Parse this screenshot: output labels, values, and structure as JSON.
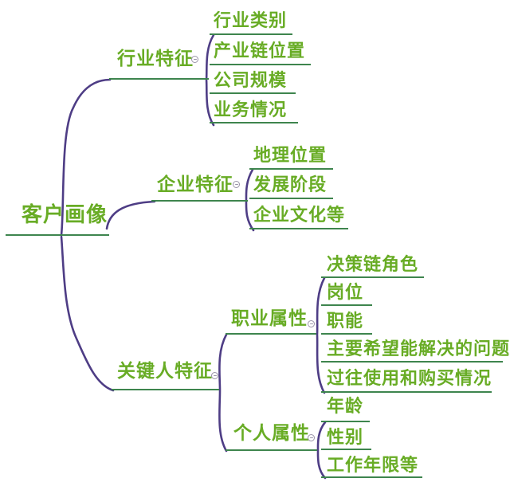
{
  "colors": {
    "text_green": "#68ac25",
    "line_green": "#3e854e",
    "branch_purple": "#4e3d85",
    "circle_gray": "#9a94a8"
  },
  "icons": {
    "collapse_marker": "circle-with-dash"
  },
  "root": {
    "label": "客户画像"
  },
  "branches": [
    {
      "label": "行业特征",
      "children": [
        {
          "label": "行业类别"
        },
        {
          "label": "产业链位置"
        },
        {
          "label": "公司规模"
        },
        {
          "label": "业务情况"
        }
      ]
    },
    {
      "label": "企业特征",
      "children": [
        {
          "label": "地理位置"
        },
        {
          "label": "发展阶段"
        },
        {
          "label": "企业文化等"
        }
      ]
    },
    {
      "label": "关键人特征",
      "children": [
        {
          "label": "职业属性",
          "children": [
            {
              "label": "决策链角色"
            },
            {
              "label": "岗位"
            },
            {
              "label": "职能"
            },
            {
              "label": "主要希望能解决的问题"
            },
            {
              "label": "过往使用和购买情况"
            }
          ]
        },
        {
          "label": "个人属性",
          "children": [
            {
              "label": "年龄"
            },
            {
              "label": "性别"
            },
            {
              "label": "工作年限等"
            }
          ]
        }
      ]
    }
  ]
}
